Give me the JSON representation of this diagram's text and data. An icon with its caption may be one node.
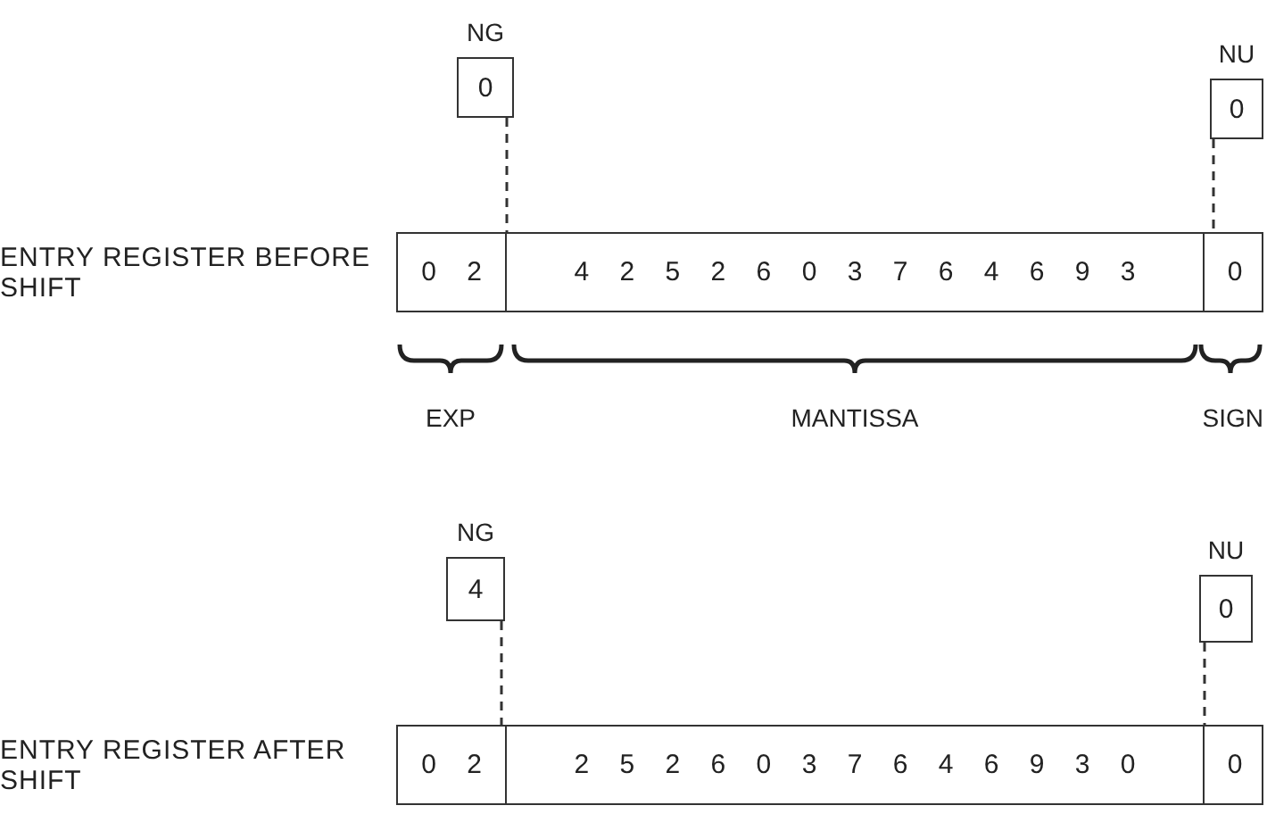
{
  "diagram": {
    "nodes": [
      {
        "text": [
          "NG",
          "0"
        ]
      },
      {
        "text": [
          "NU",
          "0"
        ]
      },
      {
        "text": [
          "ENTRY REGISTER BEFORE SHIFT"
        ]
      },
      {
        "text": [
          "0 2"
        ],
        "in": 2
      },
      {
        "text": [
          "4 2 5 2 6 0 3 7 6 4 6 9 3"
        ],
        "in": 2
      },
      {
        "text": [
          "0"
        ],
        "in": 2
      },
      {
        "text": [
          "NG",
          "4"
        ]
      },
      {
        "text": [
          "NU",
          "0"
        ]
      },
      {
        "text": [
          "ENTRY REGISTER AFTER SHIFT"
        ]
      },
      {
        "text": [
          "0 2"
        ],
        "in": 8
      },
      {
        "text": [
          "2 5 2 6 0 3 7 6 4 6 9 3 0"
        ],
        "in": 8
      },
      {
        "text": [
          "0"
        ],
        "in": 8
      }
    ],
    "edges": [
      {
        "from": 0,
        "to": 2,
        "arrow": "none",
        "style": "dashed"
      },
      {
        "from": 1,
        "to": 2,
        "arrow": "none",
        "style": "dashed"
      },
      {
        "from": 6,
        "to": 8,
        "arrow": "none",
        "style": "dashed"
      },
      {
        "from": 7,
        "to": 8,
        "arrow": "none",
        "style": "dashed"
      }
    ],
    "labels": [
      "EXP",
      "MANTISSA",
      "SIGN"
    ]
  }
}
